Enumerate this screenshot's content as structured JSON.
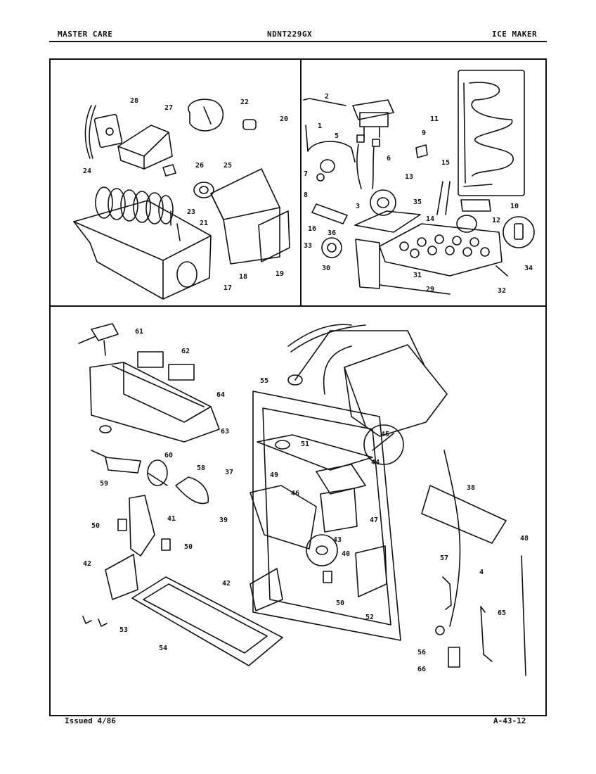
{
  "header": {
    "brand": "MASTER CARE",
    "model": "NDNT229GX",
    "section": "ICE MAKER"
  },
  "footer": {
    "issued": "Issued 4/86",
    "page_code": "A-43-12"
  },
  "callouts": [
    {
      "id": "c28",
      "label": "28"
    },
    {
      "id": "c27",
      "label": "27"
    },
    {
      "id": "c22",
      "label": "22"
    },
    {
      "id": "c20",
      "label": "20"
    },
    {
      "id": "c26",
      "label": "26"
    },
    {
      "id": "c25",
      "label": "25"
    },
    {
      "id": "c24",
      "label": "24"
    },
    {
      "id": "c23",
      "label": "23"
    },
    {
      "id": "c21",
      "label": "21"
    },
    {
      "id": "c17",
      "label": "17"
    },
    {
      "id": "c18",
      "label": "18"
    },
    {
      "id": "c19",
      "label": "19"
    },
    {
      "id": "c2",
      "label": "2"
    },
    {
      "id": "c1",
      "label": "1"
    },
    {
      "id": "c5",
      "label": "5"
    },
    {
      "id": "c6",
      "label": "6"
    },
    {
      "id": "c9",
      "label": "9"
    },
    {
      "id": "c11",
      "label": "11"
    },
    {
      "id": "c7",
      "label": "7"
    },
    {
      "id": "c13",
      "label": "13"
    },
    {
      "id": "c15",
      "label": "15"
    },
    {
      "id": "c8",
      "label": "8"
    },
    {
      "id": "c3",
      "label": "3"
    },
    {
      "id": "c35",
      "label": "35"
    },
    {
      "id": "c14",
      "label": "14"
    },
    {
      "id": "c10",
      "label": "10"
    },
    {
      "id": "c16",
      "label": "16"
    },
    {
      "id": "c36",
      "label": "36"
    },
    {
      "id": "c12",
      "label": "12"
    },
    {
      "id": "c33",
      "label": "33"
    },
    {
      "id": "c34",
      "label": "34"
    },
    {
      "id": "c30",
      "label": "30"
    },
    {
      "id": "c31",
      "label": "31"
    },
    {
      "id": "c29",
      "label": "29"
    },
    {
      "id": "c32",
      "label": "32"
    },
    {
      "id": "c61",
      "label": "61"
    },
    {
      "id": "c62",
      "label": "62"
    },
    {
      "id": "c64",
      "label": "64"
    },
    {
      "id": "c63",
      "label": "63"
    },
    {
      "id": "c55",
      "label": "55"
    },
    {
      "id": "c60",
      "label": "60"
    },
    {
      "id": "c58",
      "label": "58"
    },
    {
      "id": "c59",
      "label": "59"
    },
    {
      "id": "c45",
      "label": "45"
    },
    {
      "id": "c51",
      "label": "51"
    },
    {
      "id": "c37",
      "label": "37"
    },
    {
      "id": "c49",
      "label": "49"
    },
    {
      "id": "c44",
      "label": "44"
    },
    {
      "id": "c38",
      "label": "38"
    },
    {
      "id": "c46",
      "label": "46"
    },
    {
      "id": "c41",
      "label": "41"
    },
    {
      "id": "c50a",
      "label": "50"
    },
    {
      "id": "c39",
      "label": "39"
    },
    {
      "id": "c47",
      "label": "47"
    },
    {
      "id": "c50b",
      "label": "50"
    },
    {
      "id": "c43",
      "label": "43"
    },
    {
      "id": "c48",
      "label": "48"
    },
    {
      "id": "c42a",
      "label": "42"
    },
    {
      "id": "c40",
      "label": "40"
    },
    {
      "id": "c57",
      "label": "57"
    },
    {
      "id": "c4",
      "label": "4"
    },
    {
      "id": "c42b",
      "label": "42"
    },
    {
      "id": "c50c",
      "label": "50"
    },
    {
      "id": "c65",
      "label": "65"
    },
    {
      "id": "c52",
      "label": "52"
    },
    {
      "id": "c53",
      "label": "53"
    },
    {
      "id": "c56",
      "label": "56"
    },
    {
      "id": "c54",
      "label": "54"
    },
    {
      "id": "c66",
      "label": "66"
    }
  ]
}
